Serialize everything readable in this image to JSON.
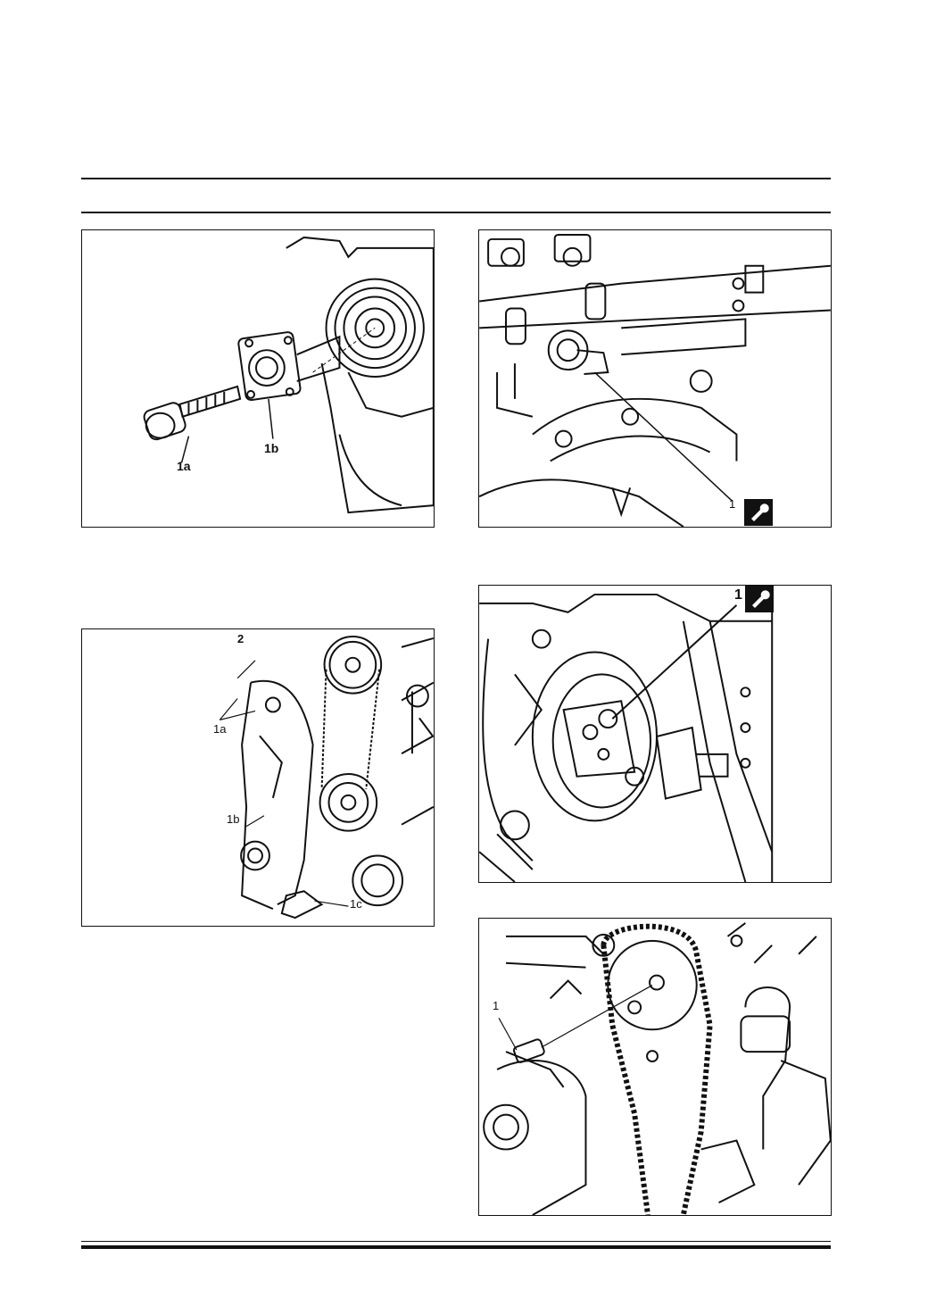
{
  "figures": [
    {
      "id": "fig-top-left",
      "labels": [
        "1a",
        "1b"
      ]
    },
    {
      "id": "fig-top-right",
      "labels": [
        "1"
      ],
      "tool_icon": "wrench-icon"
    },
    {
      "id": "fig-mid-left",
      "labels": [
        "2",
        "1a",
        "1b",
        "1c"
      ]
    },
    {
      "id": "fig-mid-right",
      "labels": [
        "1"
      ],
      "tool_icon": "wrench-icon"
    },
    {
      "id": "fig-bottom-right",
      "labels": [
        "1"
      ]
    }
  ],
  "colors": {
    "ink": "#111111",
    "paper": "#ffffff"
  }
}
